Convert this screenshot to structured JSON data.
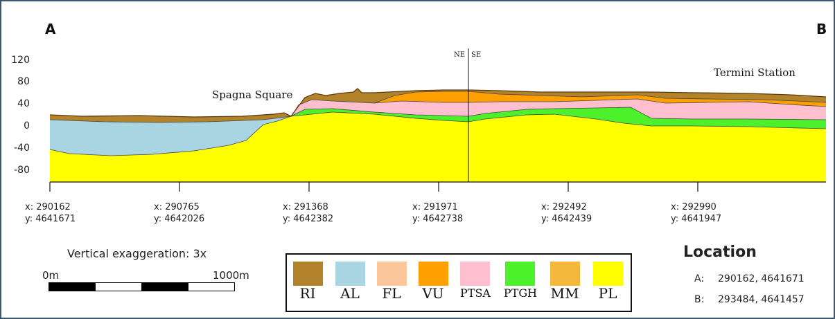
{
  "section": {
    "point_a": "A",
    "point_b": "B",
    "place_labels": {
      "spagna": "Spagna Square",
      "termini": "Termini Station",
      "ne": "NE",
      "se": "SE"
    },
    "y_ticks": [
      "120",
      "80",
      "40",
      "0",
      "-40",
      "-80"
    ],
    "x_ticks": [
      {
        "x": "x: 290162",
        "y": "y: 4641671"
      },
      {
        "x": "x: 290765",
        "y": "y: 4642026"
      },
      {
        "x": "x: 291368",
        "y": "y: 4642382"
      },
      {
        "x": "x: 291971",
        "y": "y: 4642738"
      },
      {
        "x": "x: 292492",
        "y": "y: 4642439"
      },
      {
        "x": "x: 292990",
        "y": "y: 4641947"
      }
    ],
    "vertical_exaggeration": "Vertical exaggeration: 3x",
    "scalebar": {
      "start": "0m",
      "end": "1000m"
    }
  },
  "legend": [
    {
      "code": "RI",
      "color": "#b2832a"
    },
    {
      "code": "AL",
      "color": "#a9d5e3"
    },
    {
      "code": "FL",
      "color": "#fcc89b"
    },
    {
      "code": "VU",
      "color": "#ff9f00"
    },
    {
      "code": "PTSA",
      "color": "#ffbfcf"
    },
    {
      "code": "PTGH",
      "color": "#4cf02b"
    },
    {
      "code": "MM",
      "color": "#f5b83c"
    },
    {
      "code": "PL",
      "color": "#ffff00"
    }
  ],
  "location": {
    "title": "Location",
    "a_label": "A:",
    "a_value": "290162, 4641671",
    "b_label": "B:",
    "b_value": "293484, 4641457"
  }
}
